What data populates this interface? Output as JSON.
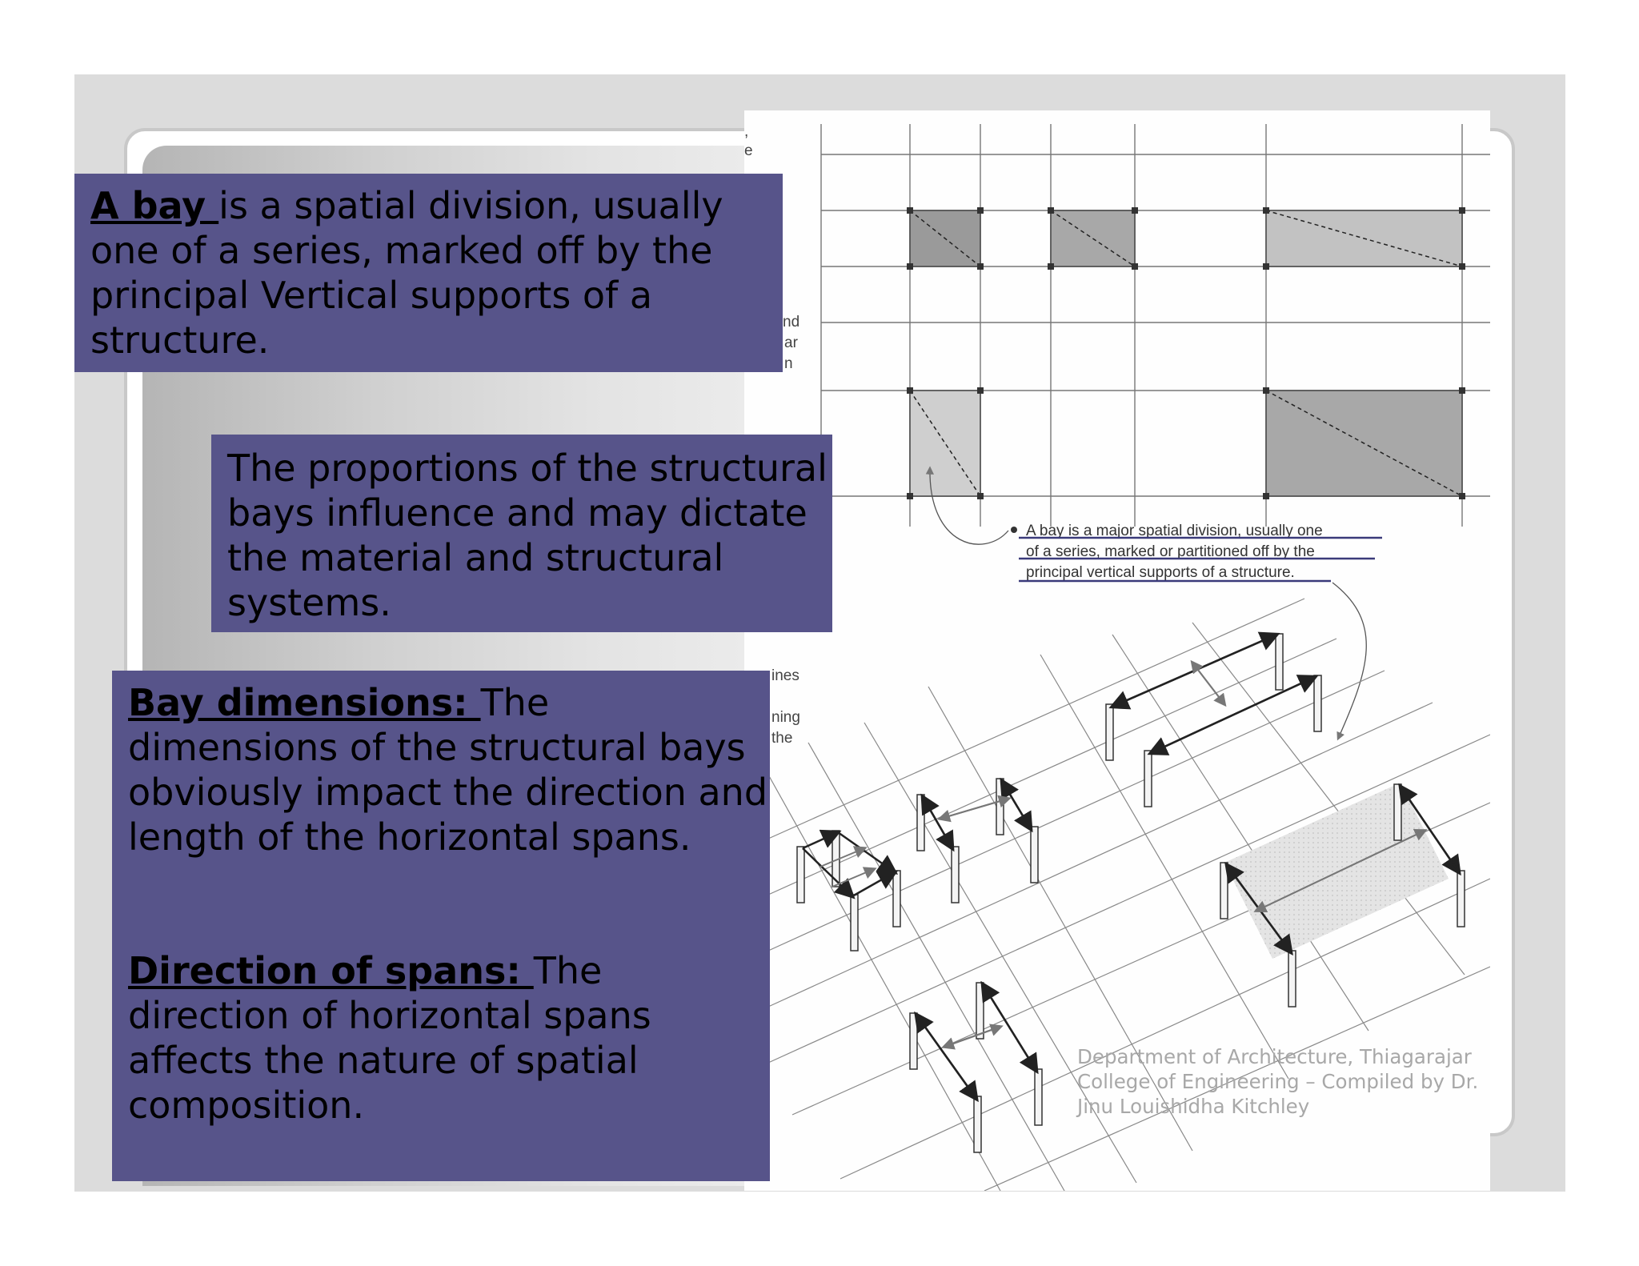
{
  "box1": {
    "keyword": "A bay ",
    "text": "is a spatial division, usually one of a series, marked off by the principal Vertical supports of a structure."
  },
  "box2": {
    "text": "The proportions of the structural bays influence and may dictate the material and structural systems."
  },
  "box3": {
    "para1_keyword": "Bay dimensions: ",
    "para1_text": "The dimensions of the structural bays obviously impact the direction and length of the horizontal spans.",
    "para2_keyword": "Direction of spans: ",
    "para2_text": "The direction of horizontal spans affects the nature of spatial composition."
  },
  "figure": {
    "caption_lines": [
      "A bay is a major spatial division, usually one",
      "of a series, marked or partitioned off by the",
      "principal vertical supports of a structure."
    ],
    "clipped_text": [
      ",",
      "e",
      "nd",
      "ar",
      "n",
      "ines",
      "ning",
      "the"
    ]
  },
  "footer": {
    "lines": [
      "Department of Architecture, Thiagarajar",
      "College of Engineering – Compiled by Dr.",
      "Jinu Louishidha Kitchley"
    ]
  },
  "colors": {
    "box_fill": "#57548a",
    "slide_bg": "#dcdcdc",
    "footer_text": "#a8a8a8",
    "caption_underline": "#3a3a7a"
  }
}
